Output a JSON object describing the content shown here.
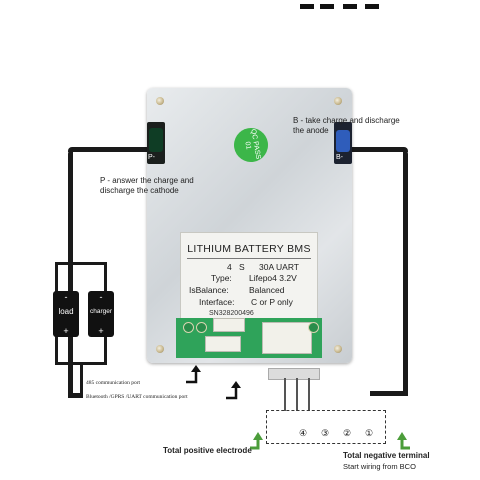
{
  "board": {
    "pass_sticker": "QC PASS 01",
    "label": {
      "title": "LITHIUM BATTERY BMS",
      "series_count": "4",
      "series_unit": "S",
      "current": "30A UART",
      "type_label": "Type:",
      "type_value": "Lifepo4 3.2V",
      "balance_label": "IsBalance:",
      "balance_value": "Balanced",
      "interface_label": "Interface:",
      "interface_value": "C or P only",
      "serial": "SN328200496"
    },
    "port_p_label": "P-",
    "port_b_label": "B-"
  },
  "devices": {
    "load": "load",
    "charger": "charger",
    "minus": "-",
    "plus": "+"
  },
  "annotations": {
    "p_desc": [
      "P - answer the charge and",
      "discharge the cathode"
    ],
    "b_desc": [
      "B - take charge and discharge",
      "the anode"
    ],
    "port_485": "485 communication port",
    "port_bt": "Bluetooth /GPRS /UART communication port",
    "positive": "Total positive electrode",
    "negative": "Total negative terminal",
    "negative_sub": "Start wiring from BCO"
  },
  "terminals": [
    "④",
    "③",
    "②",
    "①"
  ],
  "colors": {
    "wire": "#1a1a1a",
    "pcb": "#2fa35a",
    "port_b_knob": "#2f5dbb",
    "sticker": "#3cb649",
    "arrow": "#4b9d3a"
  }
}
